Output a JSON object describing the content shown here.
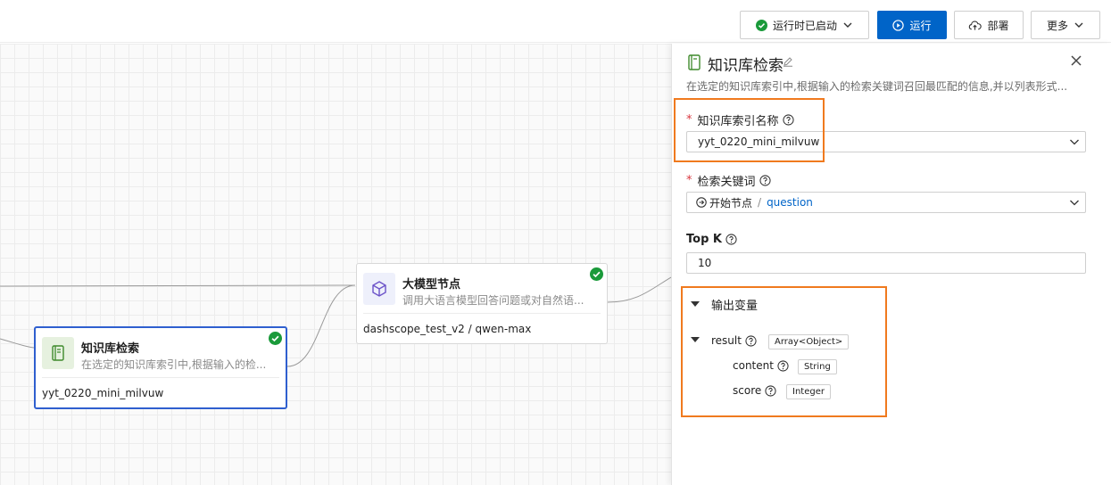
{
  "toolbar": {
    "status_label": "运行时已启动",
    "run_label": "运行",
    "deploy_label": "部署",
    "more_label": "更多"
  },
  "nodes": {
    "llm": {
      "title": "大模型节点",
      "desc": "调用大语言模型回答问题或对自然语...",
      "footer": "dashscope_test_v2 / qwen-max"
    },
    "kb": {
      "title": "知识库检索",
      "desc": "在选定的知识库索引中,根据输入的检...",
      "footer": "yyt_0220_mini_milvuw"
    }
  },
  "panel": {
    "title": "知识库检索",
    "desc": "在选定的知识库索引中,根据输入的检索关键词召回最匹配的信息,并以列表形式...",
    "index_label": "知识库索引名称",
    "index_value": "yyt_0220_mini_milvuw",
    "keyword_label": "检索关键词",
    "keyword_source": "开始节点",
    "keyword_var": "question",
    "topk_label": "Top K",
    "topk_value": "10",
    "output_title": "输出变量",
    "outputs": [
      {
        "name": "result",
        "type": "Array<Object>"
      },
      {
        "name": "content",
        "type": "String"
      },
      {
        "name": "score",
        "type": "Integer"
      }
    ]
  },
  "colors": {
    "primary": "#0064c8",
    "success": "#1a9a3a",
    "highlight": "#f07a1e",
    "selected_border": "#2f5fcf",
    "required": "#d9363e"
  }
}
